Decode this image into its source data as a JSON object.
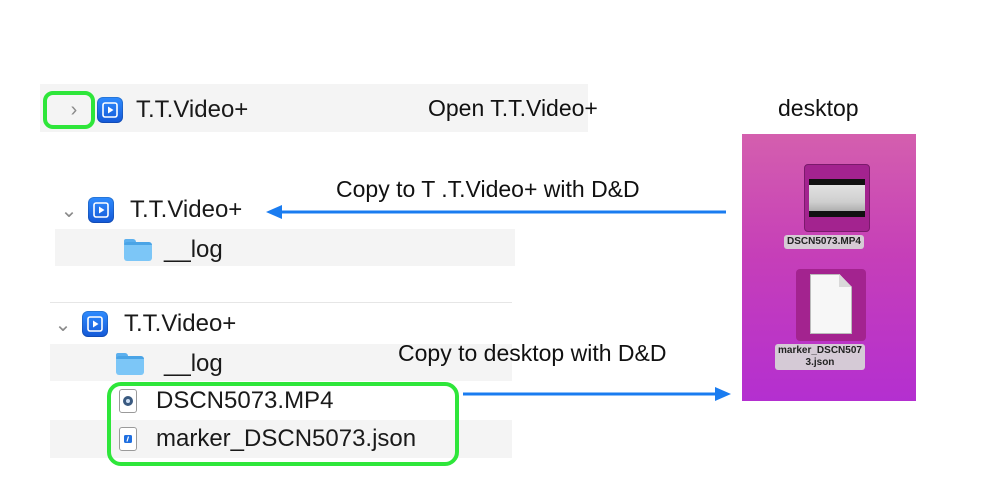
{
  "step1": {
    "label": "T.T.Video+",
    "annotation": "Open T.T.Video+"
  },
  "step2": {
    "label": "T.T.Video+",
    "log_label": "__log",
    "annotation": "Copy to T .T.Video+ with D&D"
  },
  "step3": {
    "label": "T.T.Video+",
    "log_label": "__log",
    "files": [
      "DSCN5073.MP4",
      "marker_DSCN5073.json"
    ],
    "annotation": "Copy to desktop with D&D"
  },
  "desktop": {
    "title": "desktop",
    "video_label": "DSCN5073.MP4",
    "json_label_line1": "marker_DSCN507",
    "json_label_line2": "3.json"
  },
  "colors": {
    "arrow": "#1a7cf0",
    "highlight": "#2ee63a"
  }
}
